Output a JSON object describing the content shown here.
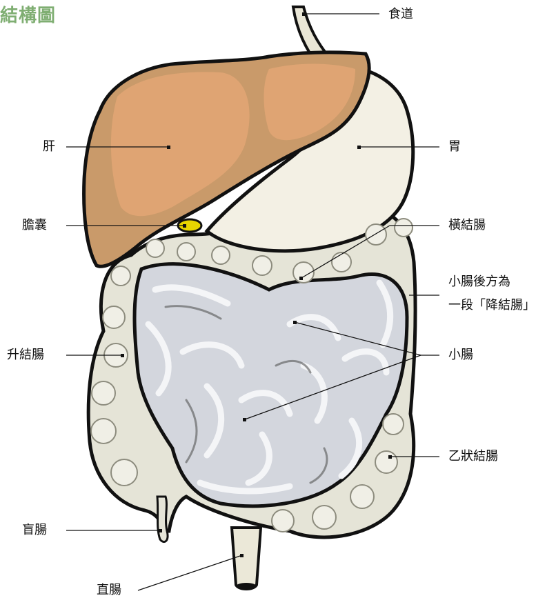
{
  "title": "結構圖",
  "colors": {
    "title": "#7fae72",
    "liver": "#c99a6a",
    "liver_highlight": "#f0ad7a",
    "stomach": "#f3f0e4",
    "colon": "#e4e4d6",
    "small_intestine": "#d3d6dd",
    "gallbladder": "#e6d400",
    "outline": "#111111"
  },
  "labels": {
    "esophagus": "食道",
    "liver": "肝",
    "stomach": "胃",
    "gallbladder": "膽囊",
    "transverse_colon": "橫結腸",
    "descending_colon_line1": "小腸後方為",
    "descending_colon_line2": "一段「降結腸」",
    "ascending_colon": "升結腸",
    "small_intestine": "小腸",
    "sigmoid_colon": "乙狀結腸",
    "cecum": "盲腸",
    "rectum": "直腸"
  }
}
